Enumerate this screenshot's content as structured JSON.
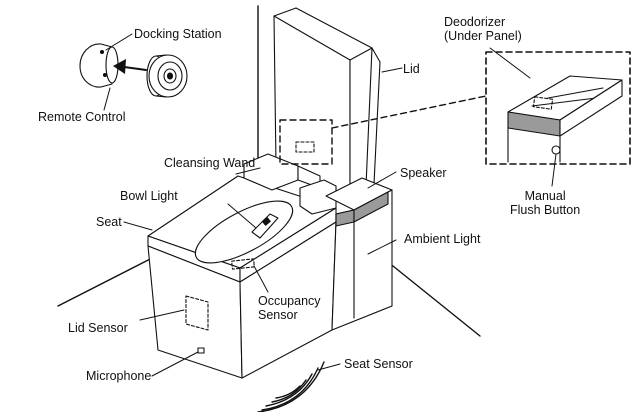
{
  "colors": {
    "stroke": "#111111",
    "fill": "#ffffff",
    "speaker_fill": "#9a9a9a"
  },
  "labels": {
    "docking_station": "Docking Station",
    "remote_control": "Remote Control",
    "lid": "Lid",
    "deodorizer": "Deodorizer\n(Under Panel)",
    "cleansing_wand": "Cleansing Wand",
    "bowl_light": "Bowl Light",
    "seat": "Seat",
    "speaker": "Speaker",
    "manual_flush": "Manual\nFlush Button",
    "ambient_light": "Ambient Light",
    "occupancy_sensor": "Occupancy\nSensor",
    "lid_sensor": "Lid Sensor",
    "microphone": "Microphone",
    "seat_sensor": "Seat Sensor"
  }
}
